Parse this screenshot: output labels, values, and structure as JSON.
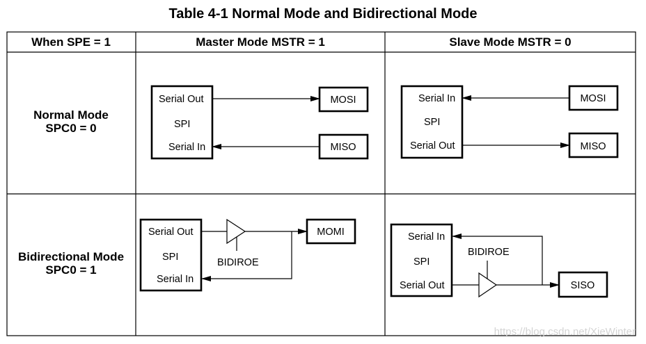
{
  "title": "Table 4-1 Normal Mode and Bidirectional Mode",
  "headers": [
    "When SPE = 1",
    "Master Mode MSTR = 1",
    "Slave Mode MSTR = 0"
  ],
  "rows": [
    {
      "label_line1": "Normal Mode",
      "label_line2": "SPC0 = 0"
    },
    {
      "label_line1": "Bidirectional Mode",
      "label_line2": "SPC0 = 1"
    }
  ],
  "diagrams": {
    "normal_master": {
      "serial_out": "Serial Out",
      "spi": "SPI",
      "serial_in": "Serial In",
      "out_pin": "MOSI",
      "in_pin": "MISO"
    },
    "normal_slave": {
      "serial_in": "Serial In",
      "spi": "SPI",
      "serial_out": "Serial Out",
      "in_pin": "MOSI",
      "out_pin": "MISO"
    },
    "bidir_master": {
      "serial_out": "Serial Out",
      "spi": "SPI",
      "serial_in": "Serial In",
      "pin": "MOMI",
      "enable": "BIDIROE"
    },
    "bidir_slave": {
      "serial_in": "Serial In",
      "spi": "SPI",
      "serial_out": "Serial Out",
      "pin": "SISO",
      "enable": "BIDIROE"
    }
  },
  "watermark": "https://blog.csdn.net/XieWinter"
}
